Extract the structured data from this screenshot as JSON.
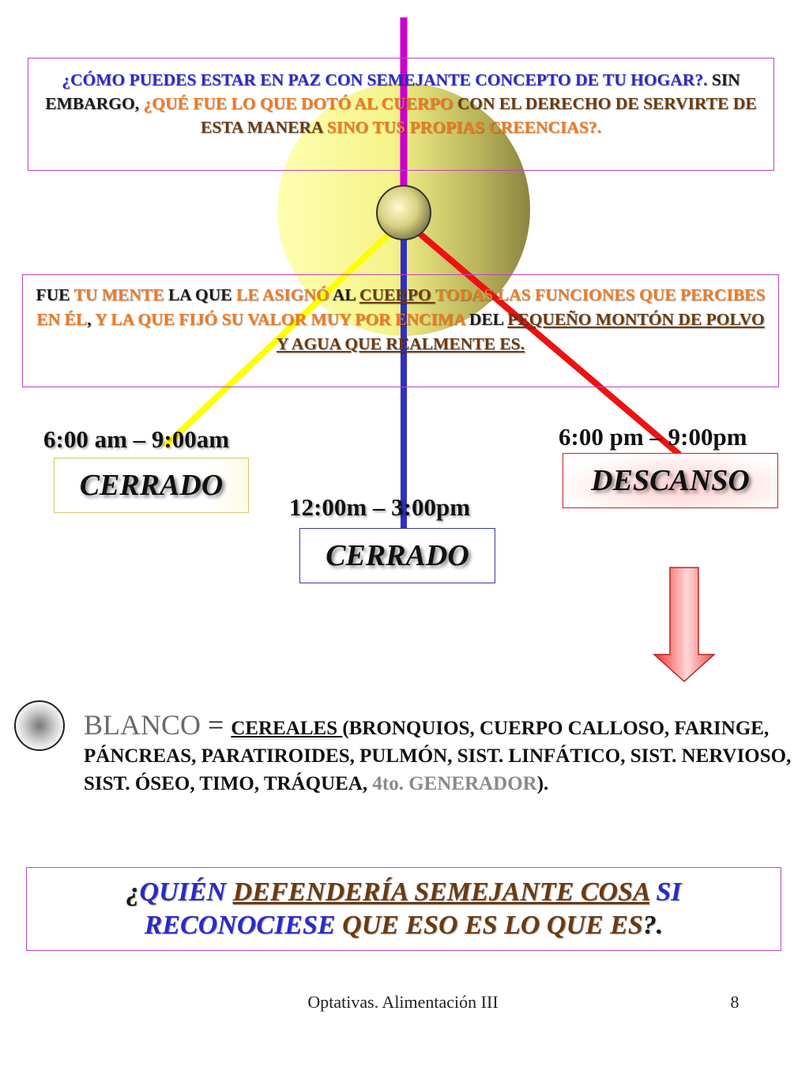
{
  "colors": {
    "line_top": "#cc00cc",
    "line_left": "#ffff00",
    "line_center": "#3030c0",
    "line_right": "#ee1111",
    "box_border": "#c040c0",
    "text_blue": "#2a2ac8",
    "text_orange": "#f07a20",
    "text_brown": "#6b3a10",
    "big_circle": "#f2f28a",
    "arrow": "#ee4444"
  },
  "top_box": {
    "p1": "¿CÓMO PUEDES ESTAR EN PAZ CON SEMEJANTE CONCEPTO DE TU HOGAR?.",
    "p2": " SIN EMBARGO, ",
    "p3": "¿QUÉ FUE LO QUE DOTÓ AL CUERPO",
    "p4": " CON EL DERECHO DE SERVIRTE DE ESTA MANERA ",
    "p5": "SINO TUS PROPIAS CREENCIAS?."
  },
  "mid_box": {
    "p1": "FUE ",
    "p2": "TU MENTE",
    "p3": " LA QUE ",
    "p4": "LE ASIGNÓ",
    "p5": " AL ",
    "p6": "CUERPO ",
    "p7": " TODAS LAS FUNCIONES QUE PERCIBES EN ÉL",
    "p8": ", ",
    "p9": "Y LA QUE FIJÓ SU VALOR MUY POR ENCIMA",
    "p10": " DEL ",
    "p11": "PEQUEÑO MONTÓN DE POLVO Y AGUA QUE REALMENTE ES."
  },
  "times": {
    "left": "6:00 am – 9:00am",
    "center": "12:00m – 3:00pm",
    "right": "6:00 pm – 9:00pm"
  },
  "status": {
    "left": "CERRADO",
    "center": "CERRADO",
    "right": "DESCANSO"
  },
  "blanco": {
    "word": "BLANCO",
    "equals": " = ",
    "cereales": "CEREALES ",
    "organs": " (BRONQUIOS, CUERPO CALLOSO, FARINGE, PÁNCREAS, PARATIROIDES, PULMÓN, SIST. LINFÁTICO, SIST. NERVIOSO, SIST. ÓSEO, TIMO, TRÁQUEA, ",
    "generator": "4to. GENERADOR",
    "close": ")."
  },
  "bottom_box": {
    "p1": "¿",
    "p2": "QUIÉN",
    "p3": " ",
    "p4": "DEFENDERÍA SEMEJANTE COSA",
    "p5": " ",
    "p6": "SI RECONOCIESE",
    "p7": " ",
    "p8": "QUE ESO ES LO QUE ES",
    "p9": "?."
  },
  "footer": {
    "title": "Optativas. Alimentación III",
    "page": "8"
  }
}
